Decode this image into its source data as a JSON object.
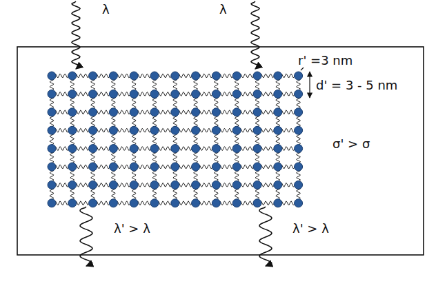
{
  "diagram": {
    "labels": [
      "λ",
      "λ",
      "r' =3 nm",
      "d' = 3 - 5 nm",
      "σ' > σ",
      "λ' > λ",
      "λ' > λ"
    ]
  }
}
